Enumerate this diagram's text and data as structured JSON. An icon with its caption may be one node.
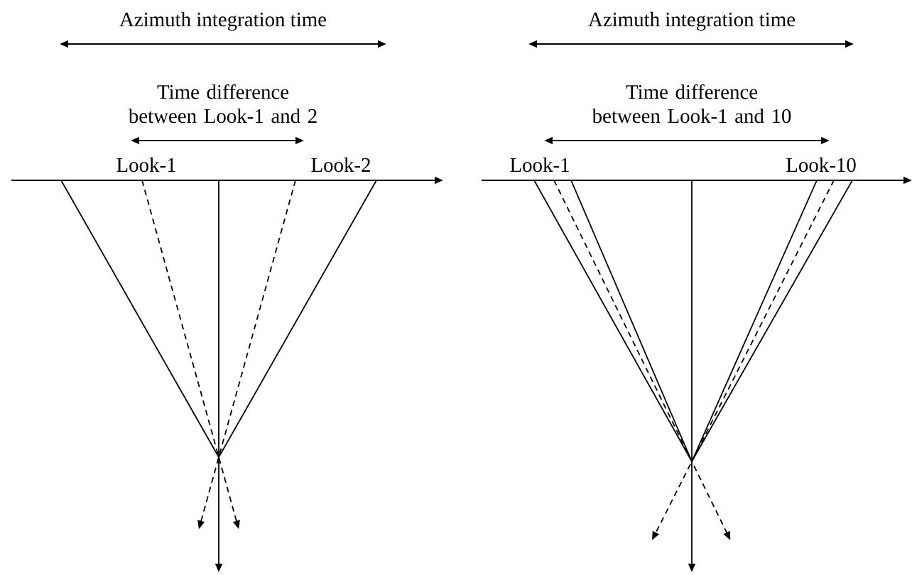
{
  "diagram": {
    "labels": [
      "Azimuth integration time",
      "Time difference between Look-1 and 2",
      "Look-1",
      "Look-2",
      "Azimuth integration time",
      "Time difference between Look-1 and 10",
      "Look-1",
      "Look-10"
    ]
  }
}
